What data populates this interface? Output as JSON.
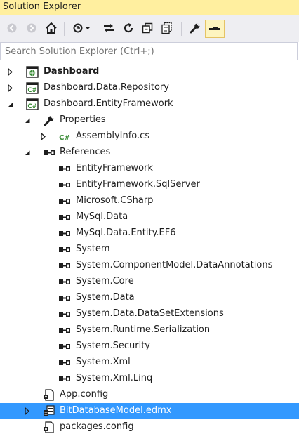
{
  "window": {
    "title": "Solution Explorer"
  },
  "search": {
    "placeholder": "Search Solution Explorer (Ctrl+;)"
  },
  "toolbar": {
    "buttons": [
      "back-icon",
      "forward-icon",
      "home-icon",
      "history-icon",
      "sync-icon",
      "refresh-icon",
      "collapse-all-icon",
      "show-all-files-icon",
      "properties-wrench-icon",
      "preview-icon"
    ]
  },
  "tree": [
    {
      "label": "Dashboard",
      "expander": "collapsed",
      "icon": "web-project-icon",
      "bold": true
    },
    {
      "label": "Dashboard.Data.Repository",
      "expander": "collapsed",
      "icon": "csharp-project-icon"
    },
    {
      "label": "Dashboard.EntityFramework",
      "expander": "expanded",
      "icon": "csharp-project-icon"
    },
    {
      "label": "Properties",
      "expander": "expanded",
      "icon": "wrench-icon"
    },
    {
      "label": "AssemblyInfo.cs",
      "expander": "collapsed",
      "icon": "csharp-file-icon"
    },
    {
      "label": "References",
      "expander": "expanded",
      "icon": "references-icon"
    },
    {
      "label": "EntityFramework",
      "icon": "reference-icon"
    },
    {
      "label": "EntityFramework.SqlServer",
      "icon": "reference-icon"
    },
    {
      "label": "Microsoft.CSharp",
      "icon": "reference-icon"
    },
    {
      "label": "MySql.Data",
      "icon": "reference-icon"
    },
    {
      "label": "MySql.Data.Entity.EF6",
      "icon": "reference-icon"
    },
    {
      "label": "System",
      "icon": "reference-icon"
    },
    {
      "label": "System.ComponentModel.DataAnnotations",
      "icon": "reference-icon"
    },
    {
      "label": "System.Core",
      "icon": "reference-icon"
    },
    {
      "label": "System.Data",
      "icon": "reference-icon"
    },
    {
      "label": "System.Data.DataSetExtensions",
      "icon": "reference-icon"
    },
    {
      "label": "System.Runtime.Serialization",
      "icon": "reference-icon"
    },
    {
      "label": "System.Security",
      "icon": "reference-icon"
    },
    {
      "label": "System.Xml",
      "icon": "reference-icon"
    },
    {
      "label": "System.Xml.Linq",
      "icon": "reference-icon"
    },
    {
      "label": "App.config",
      "icon": "config-file-icon"
    },
    {
      "label": "BitDatabaseModel.edmx",
      "expander": "collapsed",
      "icon": "edmx-file-icon",
      "selected": true
    },
    {
      "label": "packages.config",
      "icon": "config-file-icon"
    }
  ],
  "colors": {
    "title_bg": "#ffef9f",
    "toolbar_bg": "#eeeef2",
    "selection": "#3399ff",
    "csharp_green": "#388a34"
  }
}
